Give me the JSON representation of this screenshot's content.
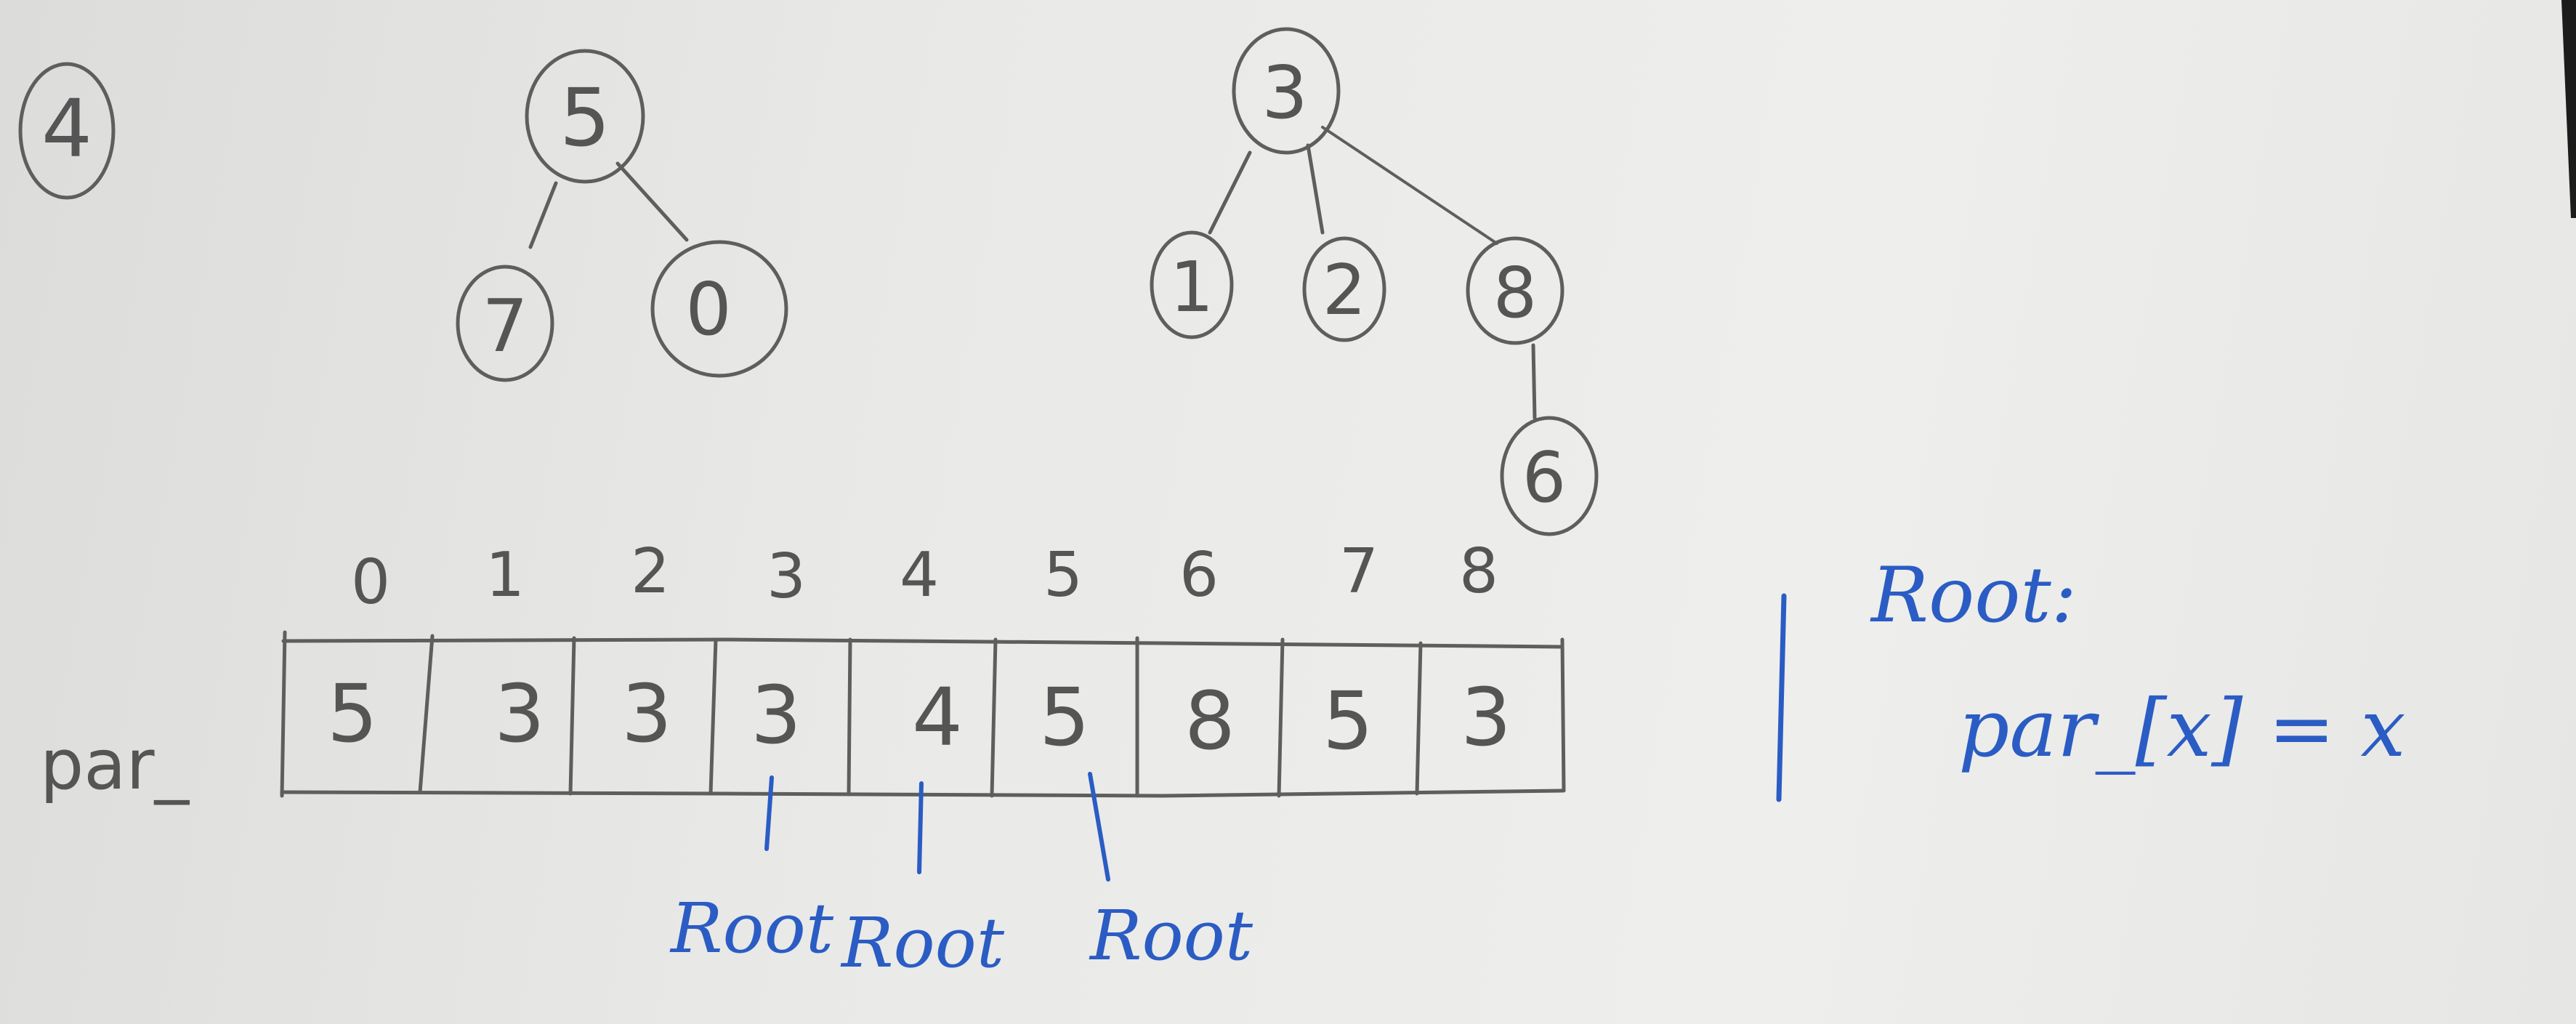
{
  "problem_number": "4",
  "trees": [
    {
      "root": "5",
      "children": [
        {
          "label": "7",
          "children": []
        },
        {
          "label": "0",
          "children": []
        }
      ]
    },
    {
      "root": "3",
      "children": [
        {
          "label": "1",
          "children": []
        },
        {
          "label": "2",
          "children": []
        },
        {
          "label": "8",
          "children": [
            {
              "label": "6",
              "children": []
            }
          ]
        }
      ]
    }
  ],
  "array": {
    "name": "par_",
    "indices": [
      "0",
      "1",
      "2",
      "3",
      "4",
      "5",
      "6",
      "7",
      "8"
    ],
    "values": [
      "5",
      "3",
      "3",
      "3",
      "4",
      "5",
      "8",
      "5",
      "3"
    ],
    "root_markers": [
      {
        "index": "3",
        "label": "Root"
      },
      {
        "index": "4",
        "label": "Root"
      },
      {
        "index": "5",
        "label": "Root"
      }
    ]
  },
  "note": {
    "heading": "Root:",
    "formula": "par_[x] = x"
  },
  "colors": {
    "pencil": "#5e5e5e",
    "blue_ink": "#2a5cc4",
    "paper": "#ececea"
  }
}
